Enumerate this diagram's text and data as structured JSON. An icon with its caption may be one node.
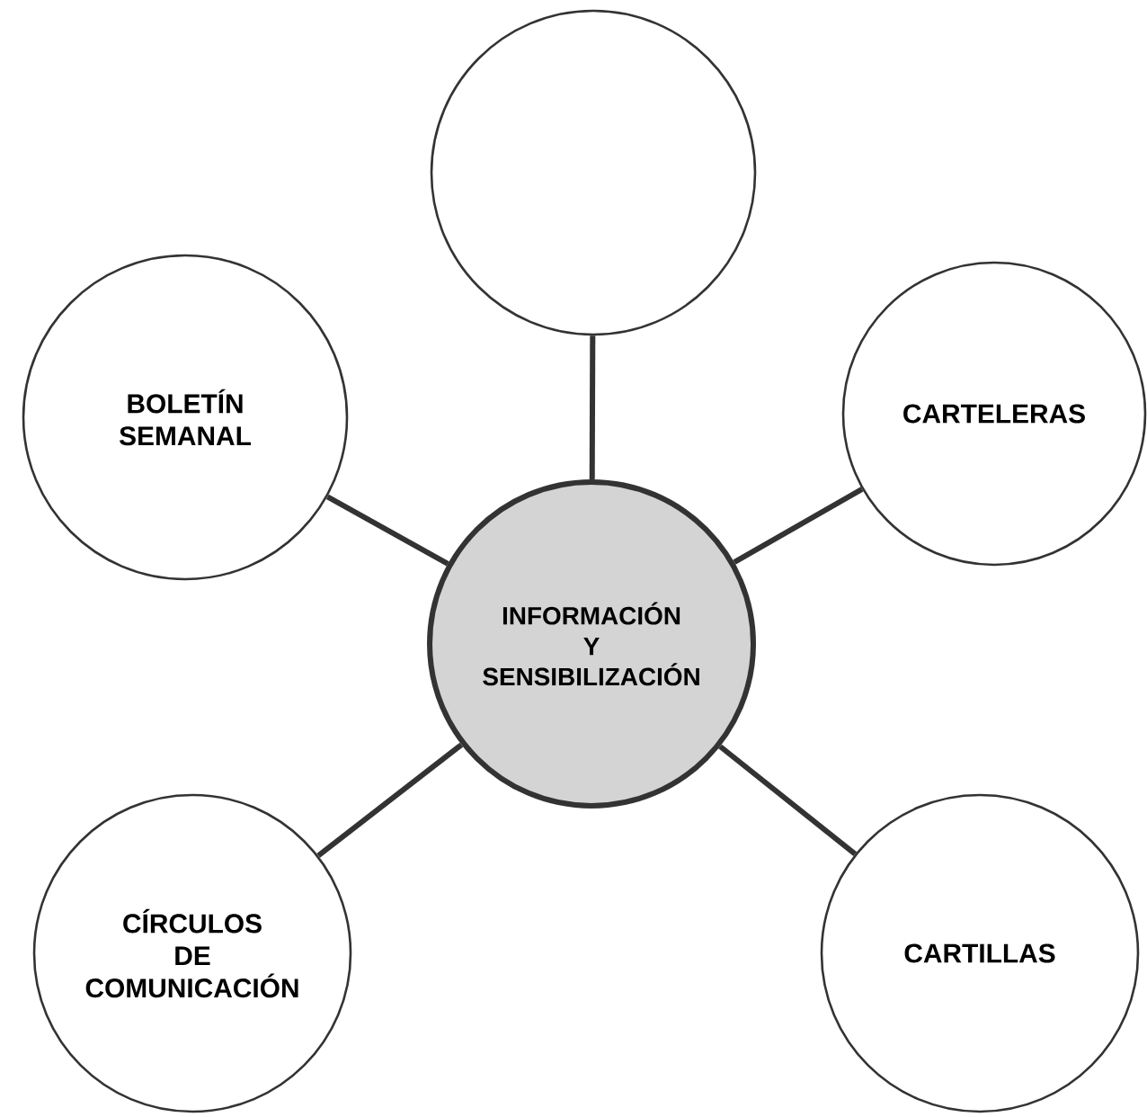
{
  "diagram": {
    "nodes": [
      {
        "text": [],
        "shape": "circle"
      },
      {
        "text": [
          "BOLETÍN SEMANAL"
        ]
      },
      {
        "text": [
          "CARTELERAS"
        ]
      },
      {
        "text": [
          "INFORMACIÓN Y SENSIBILIZACIÓN"
        ]
      },
      {
        "text": [
          "CÍRCULOS DE COMUNICACIÓN"
        ]
      },
      {
        "text": [
          "CARTILLAS"
        ]
      }
    ],
    "edges": [
      {
        "from": 3,
        "to": 0,
        "arrow": "none"
      },
      {
        "from": 3,
        "to": 1,
        "arrow": "none"
      },
      {
        "from": 3,
        "to": 2,
        "arrow": "none"
      },
      {
        "from": 3,
        "to": 4,
        "arrow": "none"
      },
      {
        "from": 3,
        "to": 5,
        "arrow": "none"
      }
    ]
  }
}
